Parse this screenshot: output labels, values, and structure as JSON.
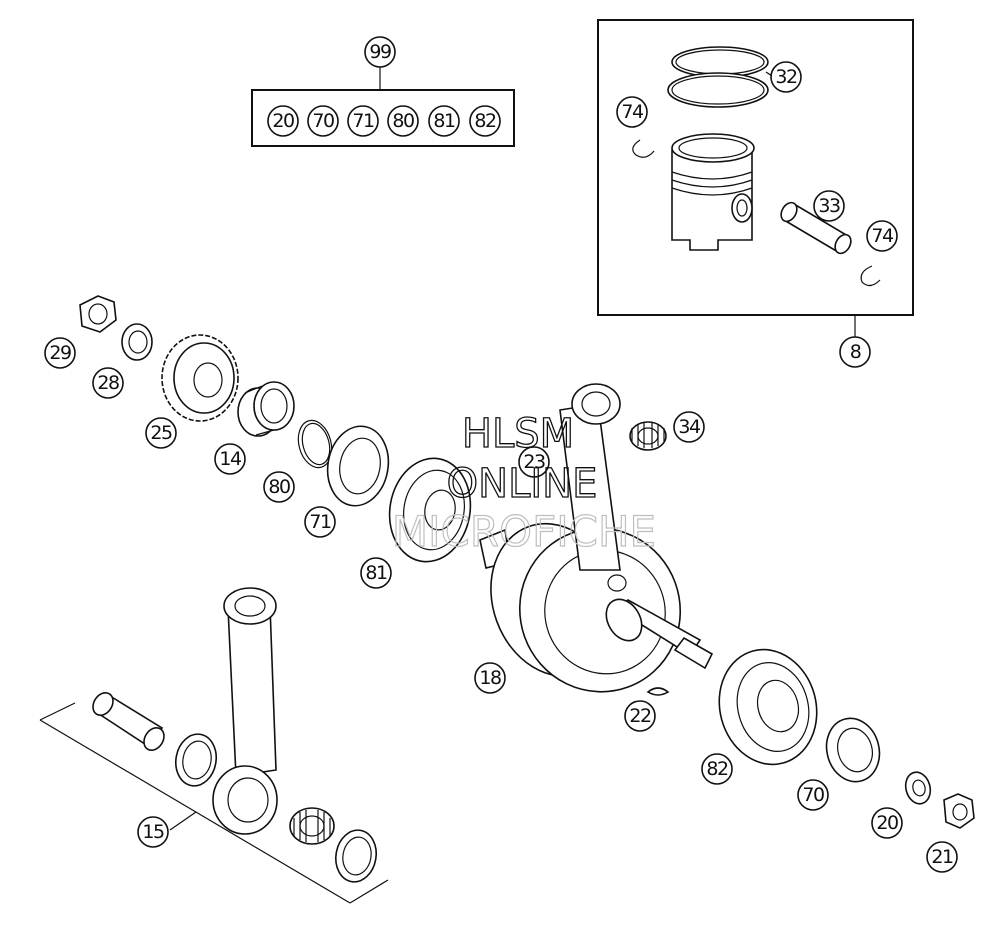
{
  "watermark": {
    "line1": "HLSM",
    "line2": "ONLINE",
    "line3": "MICROFICHE"
  },
  "kit_box": {
    "number": "99",
    "items": [
      "20",
      "70",
      "71",
      "80",
      "81",
      "82"
    ]
  },
  "piston_box": {
    "number": "8",
    "callouts": [
      "32",
      "74",
      "33",
      "74"
    ]
  },
  "conrod_set": {
    "number": "15"
  },
  "callouts": [
    "29",
    "28",
    "25",
    "14",
    "80",
    "71",
    "81",
    "23",
    "34",
    "18",
    "22",
    "82",
    "70",
    "20",
    "21"
  ]
}
